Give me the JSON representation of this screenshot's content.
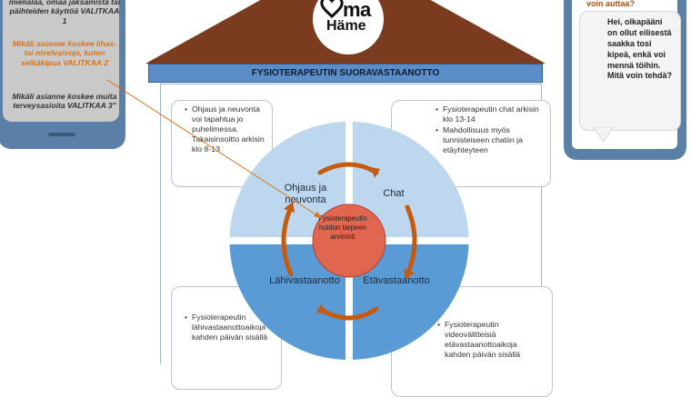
{
  "left_phone": {
    "text_1": "mielialaa, omaa jaksamista tai päihteiden käyttöä VALITKAA 1",
    "text_2": "Mikäli asianne koskee lihas- tai nivelvaivoja, kuten selkäkipua VALITKAA 2",
    "text_3": "Mikäli asianne koskee muita terveysasioita VALITKAA 3\""
  },
  "right_phone": {
    "header": "voin auttaa?",
    "message": "Hei, olkapääni on ollut eilisestä saakka tosi kipeä, enkä voi mennä töihin. Mitä voin tehdä?"
  },
  "logo": {
    "line1": "ma",
    "line2": "Häme"
  },
  "title": "FYSIOTERAPEUTIN SUORAVASTAANOTTO",
  "panels": {
    "top_left": [
      "Ohjaus ja neuvonta voi tapahtua jo puhelimessa. Takaisinsoitto arkisin klo 8-13"
    ],
    "top_right": [
      "Fysioterapeutin chat arkisin klo 13-14",
      "Mahdollisuus myös tunnisteiseen chatiin ja etäyhteyteen"
    ],
    "bottom_left": [
      "Fysioterapeutin lähivastaanottoaikoja kahden päivän sisällä"
    ],
    "bottom_right": [
      "Fysioterapeutin videovälitteisiä etävastaanottoaikoja kahden päivän sisällä"
    ]
  },
  "quadrants": {
    "top_left": "Ohjaus ja neuvonta",
    "top_right": "Chat",
    "bottom_left": "Lähivastaanotto",
    "bottom_right": "Etävastaanotto"
  },
  "center": "Fysioterapeutin hoidon tarpeen arviointi",
  "colors": {
    "roof": "#7a3b1f",
    "title_bar": "#5b8ec8",
    "phone": "#5b7fa6",
    "circle_top": "#bdd7ee",
    "circle_bottom": "#5b9bd5",
    "center": "#e06650",
    "arrows": "#c55a11",
    "orange_text": "#d9731a"
  }
}
